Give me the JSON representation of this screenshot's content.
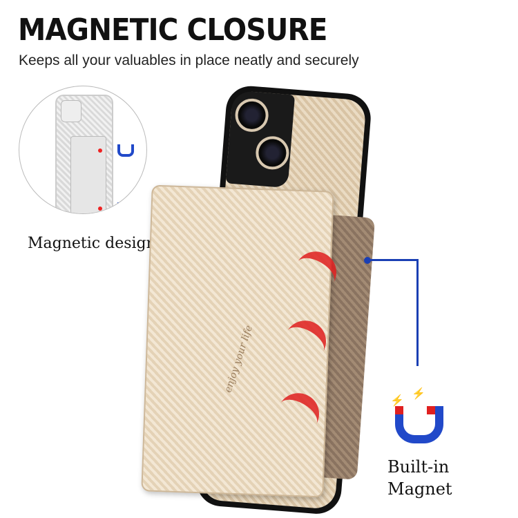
{
  "header": {
    "title": "MAGNETIC CLOSURE",
    "subtitle": "Keeps all your valuables in place neatly and securely"
  },
  "inset": {
    "label": "Magnetic design"
  },
  "callout": {
    "line1": "Built-in",
    "line2": "Magnet"
  },
  "product": {
    "wallet_text": "enjoy your life"
  },
  "colors": {
    "accent_red": "#e02020",
    "magnet_blue": "#2149c9",
    "case_beige": "#e4d2b6"
  }
}
